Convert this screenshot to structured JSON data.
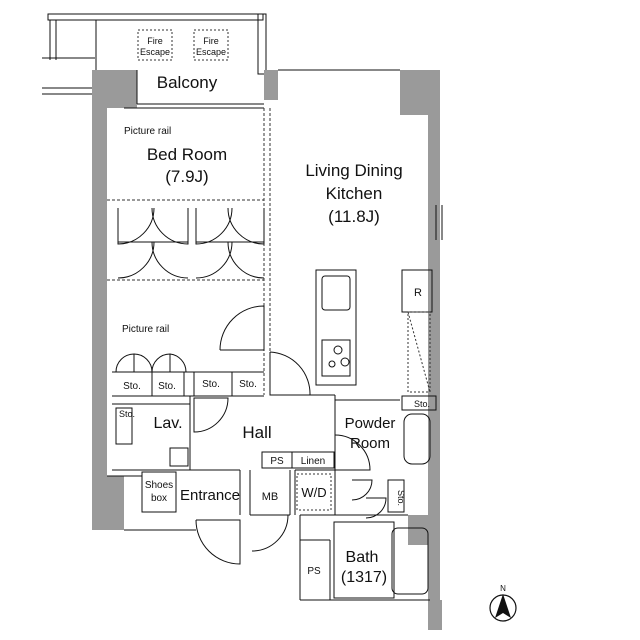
{
  "rooms": {
    "balcony": "Balcony",
    "fire_escape_1": [
      "Fire",
      "Escape"
    ],
    "fire_escape_2": [
      "Fire",
      "Escape"
    ],
    "bedroom": [
      "Bed Room",
      "(7.9J)"
    ],
    "ldk": [
      "Living Dining",
      "Kitchen",
      "(11.8J)"
    ],
    "picture_rail_top": "Picture rail",
    "picture_rail_bottom": "Picture rail",
    "sto_1": "Sto.",
    "sto_2": "Sto.",
    "sto_3": "Sto.",
    "sto_4": "Sto.",
    "sto_5": "Sto.",
    "sto_6": "Sto.",
    "sto_7": "Sto.",
    "lav": "Lav.",
    "hall": "Hall",
    "powder_room": [
      "Powder",
      "Room"
    ],
    "ps_1": "PS",
    "ps_2": "PS",
    "linen": "Linen",
    "wd": "W/D",
    "shoes_box": [
      "Shoes",
      "box"
    ],
    "entrance": "Entrance",
    "mb": "MB",
    "bath": [
      "Bath",
      "(1317)"
    ],
    "refrigerator": "R"
  },
  "compass": {
    "north": "N"
  }
}
